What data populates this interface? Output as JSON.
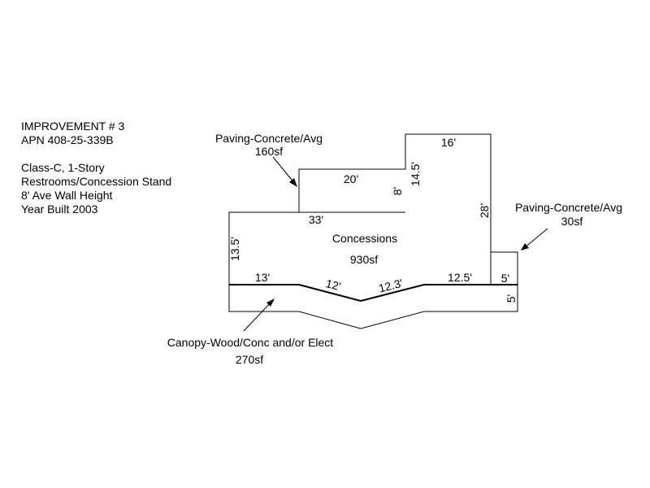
{
  "info": {
    "title": "IMPROVEMENT # 3",
    "apn": "APN 408-25-339B",
    "class": "Class-C, 1-Story",
    "use": "Restrooms/Concession Stand",
    "wall_height": "8' Ave Wall Height",
    "year_built": "Year Built 2003"
  },
  "areas": {
    "concessions_label": "Concessions",
    "concessions_sf": "930sf",
    "paving1_label": "Paving-Concrete/Avg",
    "paving1_sf": "160sf",
    "paving2_label": "Paving-Concrete/Avg",
    "paving2_sf": "30sf",
    "canopy_label": "Canopy-Wood/Conc and/or Elect",
    "canopy_sf": "270sf"
  },
  "dims": {
    "top_right_width": "16'",
    "top_right_height": "14.5'",
    "right_height": "28'",
    "upper_width": "20'",
    "upper_height": "8'",
    "main_width": "33'",
    "left_height": "13.5'",
    "bottom_left": "13'",
    "bottom_diag_left": "12'",
    "bottom_diag_right": "12.3'",
    "bottom_right": "12.5'",
    "small_box_width": "5'",
    "canopy_depth": "5'"
  }
}
